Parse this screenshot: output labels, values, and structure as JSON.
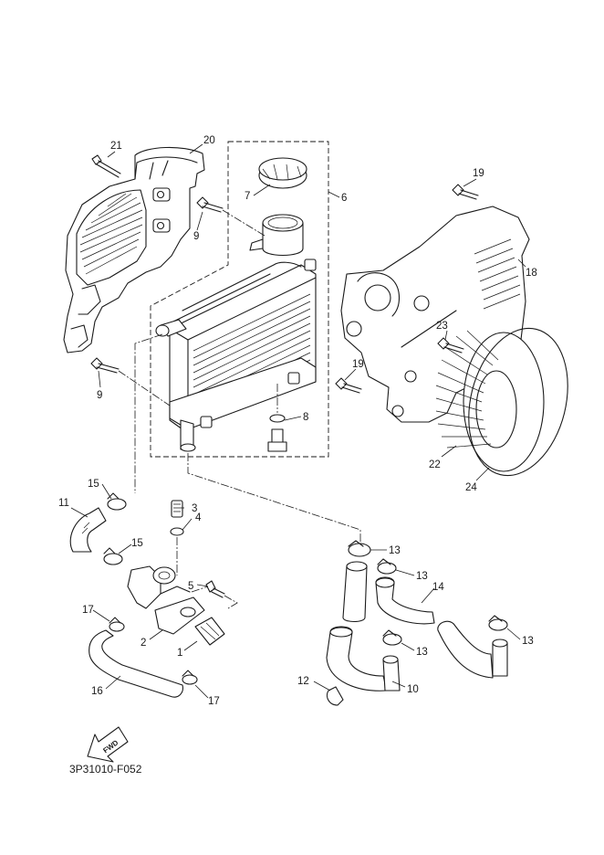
{
  "diagram": {
    "code": "3P31010-F052",
    "fwd_label": "FWD",
    "callouts": [
      {
        "id": "c1",
        "text": "1"
      },
      {
        "id": "c2",
        "text": "2"
      },
      {
        "id": "c3",
        "text": "3"
      },
      {
        "id": "c4",
        "text": "4"
      },
      {
        "id": "c5",
        "text": "5"
      },
      {
        "id": "c6",
        "text": "6"
      },
      {
        "id": "c7",
        "text": "7"
      },
      {
        "id": "c8",
        "text": "8"
      },
      {
        "id": "c9a",
        "text": "9"
      },
      {
        "id": "c9b",
        "text": "9"
      },
      {
        "id": "c10",
        "text": "10"
      },
      {
        "id": "c11",
        "text": "11"
      },
      {
        "id": "c12",
        "text": "12"
      },
      {
        "id": "c13a",
        "text": "13"
      },
      {
        "id": "c13b",
        "text": "13"
      },
      {
        "id": "c13c",
        "text": "13"
      },
      {
        "id": "c13d",
        "text": "13"
      },
      {
        "id": "c14",
        "text": "14"
      },
      {
        "id": "c15a",
        "text": "15"
      },
      {
        "id": "c15b",
        "text": "15"
      },
      {
        "id": "c16",
        "text": "16"
      },
      {
        "id": "c17a",
        "text": "17"
      },
      {
        "id": "c17b",
        "text": "17"
      },
      {
        "id": "c18",
        "text": "18"
      },
      {
        "id": "c19a",
        "text": "19"
      },
      {
        "id": "c19b",
        "text": "19"
      },
      {
        "id": "c20",
        "text": "20"
      },
      {
        "id": "c21",
        "text": "21"
      },
      {
        "id": "c22",
        "text": "22"
      },
      {
        "id": "c23",
        "text": "23"
      },
      {
        "id": "c24",
        "text": "24"
      }
    ]
  }
}
